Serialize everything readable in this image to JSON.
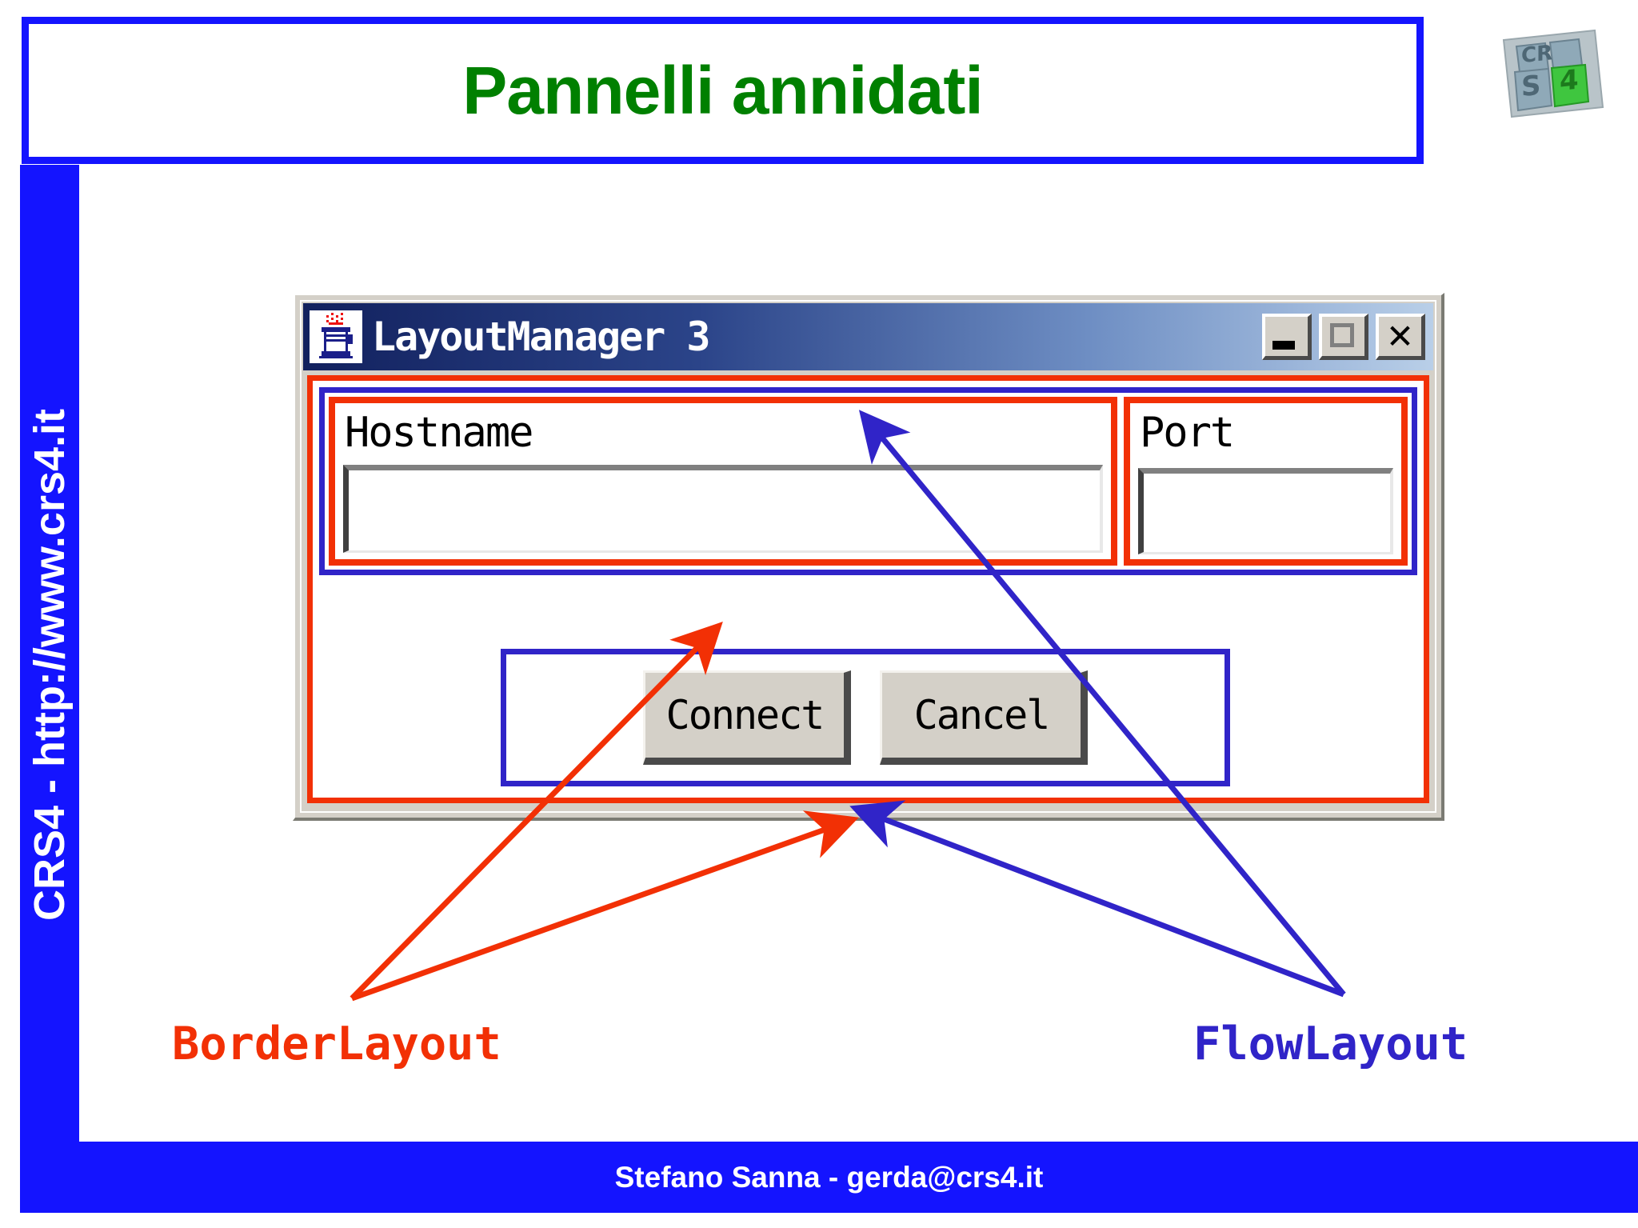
{
  "slide": {
    "title": "Pannelli annidati",
    "title_color": "#008000",
    "accent_color": "#1414ff",
    "logo_name": "crs4-logo",
    "sidebar_text": "CRS4 - http://www.crs4.it",
    "footer_text": "Stefano Sanna - gerda@crs4.it"
  },
  "dialog": {
    "window_title": "LayoutManager 3",
    "window_icon": "java-coffee-cup-icon",
    "buttons_titlebar": [
      {
        "name": "minimize-button",
        "glyph": "_"
      },
      {
        "name": "maximize-button",
        "glyph": "□"
      },
      {
        "name": "close-button",
        "glyph": "✕"
      }
    ],
    "fields": [
      {
        "label": "Hostname",
        "value": "",
        "placeholder": ""
      },
      {
        "label": "Port",
        "value": "",
        "placeholder": ""
      }
    ],
    "actions": [
      {
        "label": "Connect"
      },
      {
        "label": "Cancel"
      }
    ]
  },
  "annotations": {
    "border_layout": {
      "text": "BorderLayout",
      "color": "#f23005"
    },
    "flow_layout": {
      "text": "FlowLayout",
      "color": "#3024c8"
    }
  }
}
